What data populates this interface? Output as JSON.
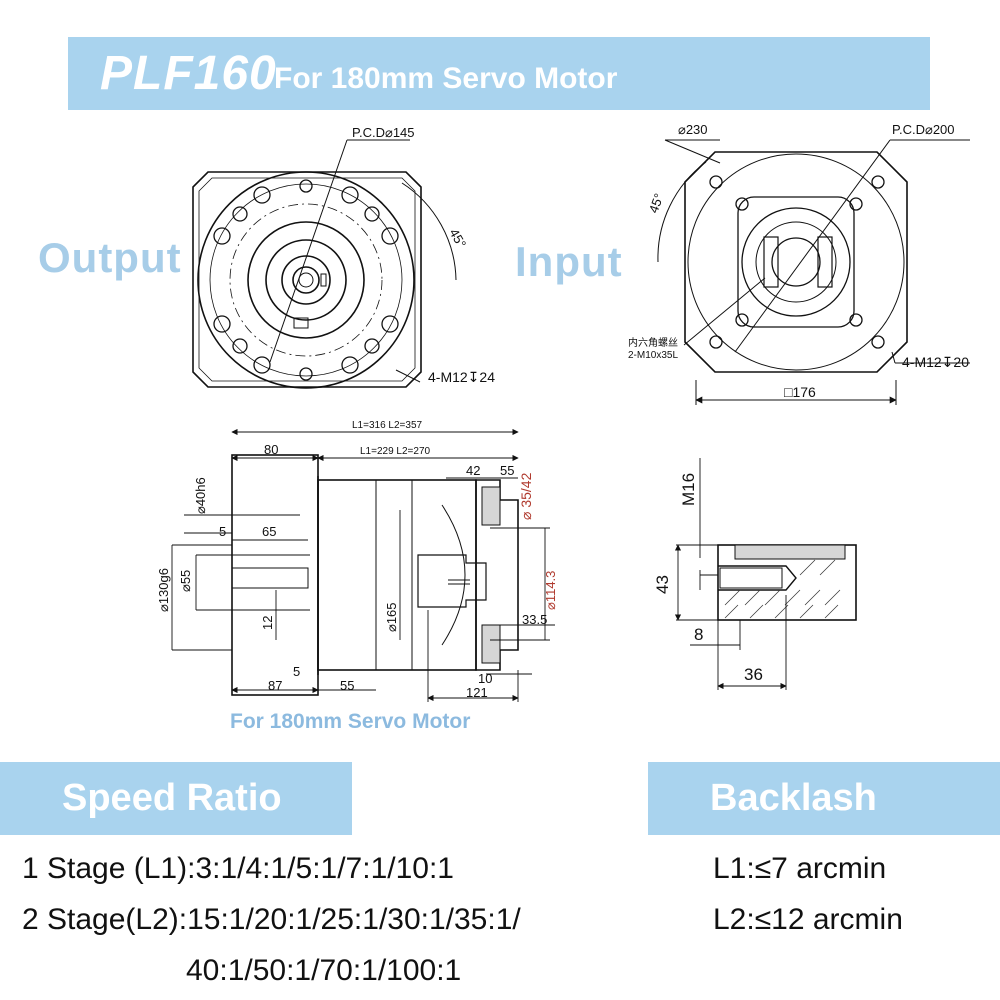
{
  "header": {
    "model": "PLF160",
    "subtitle": "For 180mm Servo Motor"
  },
  "views": {
    "output_label": "Output",
    "input_label": "Input"
  },
  "output_view": {
    "pcd": "P.C.D⌀145",
    "angle": "45°",
    "holes": "4-M12↧24"
  },
  "input_view": {
    "diameter": "⌀230",
    "pcd": "P.C.D⌀200",
    "angle": "45°",
    "screw_cn": "内六角螺丝",
    "screw_spec": "2-M10x35L",
    "holes": "4-M12↧20",
    "square": "□176"
  },
  "side_view": {
    "l_total": "L1=316   L2=357",
    "l_body": "L1=229   L2=270",
    "d80": "80",
    "d42": "42",
    "d55t": "55",
    "d3542": "⌀ 35/42",
    "d40": "⌀40h6",
    "d5t": "5",
    "d65": "65",
    "d130": "⌀130g6",
    "d55s": "⌀55",
    "d12": "12",
    "d165": "⌀165",
    "d1143": "⌀114.3",
    "d335": "33.5",
    "d5b": "5",
    "d87": "87",
    "d55b": "55",
    "d10": "10",
    "d121": "121"
  },
  "detail_view": {
    "thread": "M16",
    "d43": "43",
    "d8": "8",
    "d36": "36"
  },
  "caption": "For 180mm Servo Motor",
  "speed_ratio": {
    "title": "Speed Ratio",
    "stage1": "1 Stage (L1):3:1/4:1/5:1/7:1/10:1",
    "stage2": "2 Stage(L2):15:1/20:1/25:1/30:1/35:1/",
    "stage2_cont": "40:1/50:1/70:1/100:1"
  },
  "backlash": {
    "title": "Backlash",
    "l1": "L1:≤7 arcmin",
    "l2": "L2:≤12 arcmin"
  },
  "colors": {
    "banner": "#a9d3ee",
    "side_label": "#a7cde8",
    "caption": "#8cbadf",
    "dim_red": "#b03a2e"
  }
}
